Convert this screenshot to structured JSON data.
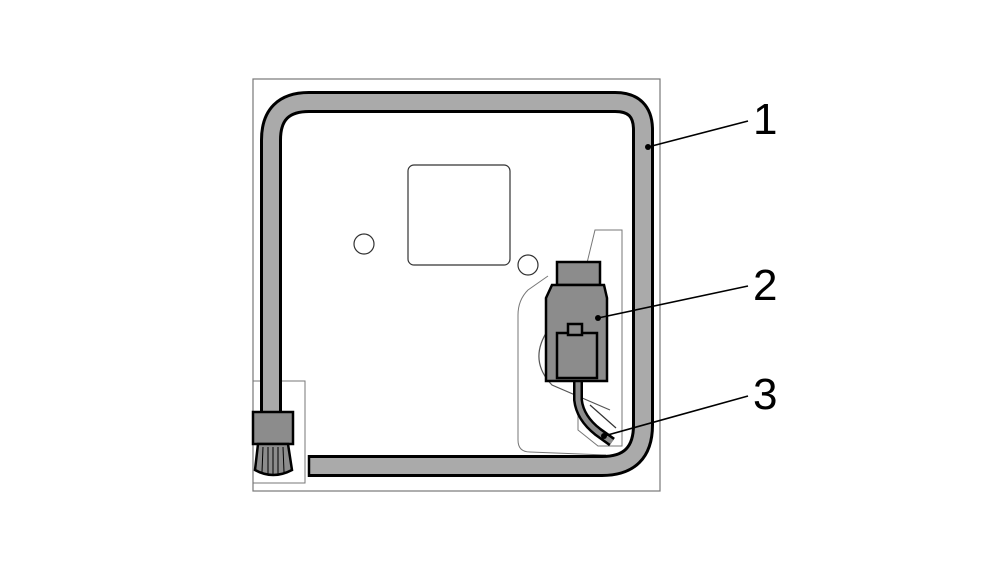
{
  "callouts": [
    {
      "id": "1",
      "label": "1"
    },
    {
      "id": "2",
      "label": "2"
    },
    {
      "id": "3",
      "label": "3"
    }
  ],
  "colors": {
    "cable": "#aaaaaa",
    "connector": "#8c8c8c",
    "outline": "#000000",
    "thin_line": "#777777"
  }
}
